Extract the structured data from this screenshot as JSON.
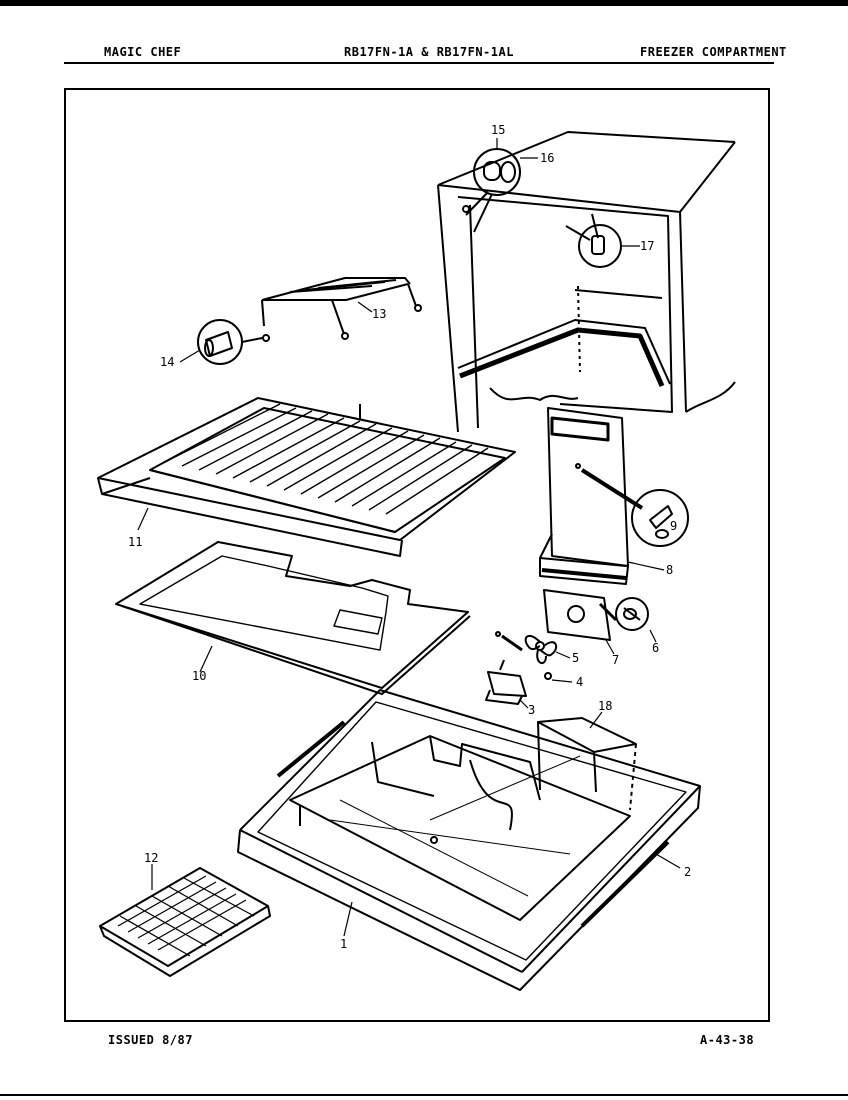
{
  "header": {
    "brand": "MAGIC CHEF",
    "model": "RB17FN-1A & RB17FN-1AL",
    "section": "FREEZER COMPARTMENT"
  },
  "footer": {
    "issued": "ISSUED 8/87",
    "page_code": "A-43-38"
  },
  "callouts": [
    "1",
    "2",
    "3",
    "4",
    "5",
    "6",
    "7",
    "8",
    "9",
    "10",
    "11",
    "12",
    "13",
    "14",
    "15",
    "16",
    "17",
    "18"
  ]
}
